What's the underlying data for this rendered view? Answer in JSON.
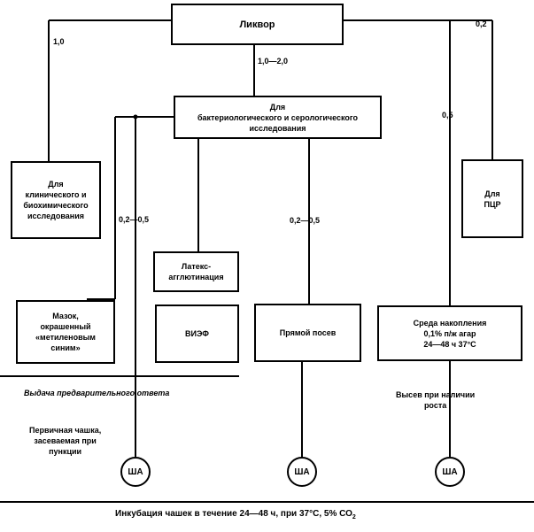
{
  "boxes": {
    "liquor": "Ликвор",
    "bacterio": "Для\nбактериологического и серологического\nисследования",
    "clinical": "Для\nклинического и\nбиохимического\nисследования",
    "pcr": "Для\nПЦР",
    "latex": "Латекс-\nагглютинация",
    "viesf": "ВИЭФ",
    "smear": "Мазок,\nокрашенный\n«метиленовым\nсиним»",
    "direct": "Прямой посев",
    "enrichment": "Среда накопления\n0,1% п/ж агар\n24—48 ч 37°С"
  },
  "labels": {
    "vol_clinical": "1,0",
    "vol_bacterio": "1,0—2,0",
    "vol_pcr": "0,2",
    "vol_enrich": "0,5",
    "vol_left": "0,2—0,5",
    "vol_mid": "0,2—0,5",
    "preliminary": "Выдача предварительного ответа",
    "reseed": "Высев при наличии\nроста",
    "primary_plate": "Первичная чашка,\nзасеваемая при\nпункции",
    "incubation": "Инкубация чашек в течение 24—48 ч, при 37°С, 5% СО",
    "incubation_sub": "2"
  },
  "plates": [
    "ША",
    "ША",
    "ША"
  ]
}
